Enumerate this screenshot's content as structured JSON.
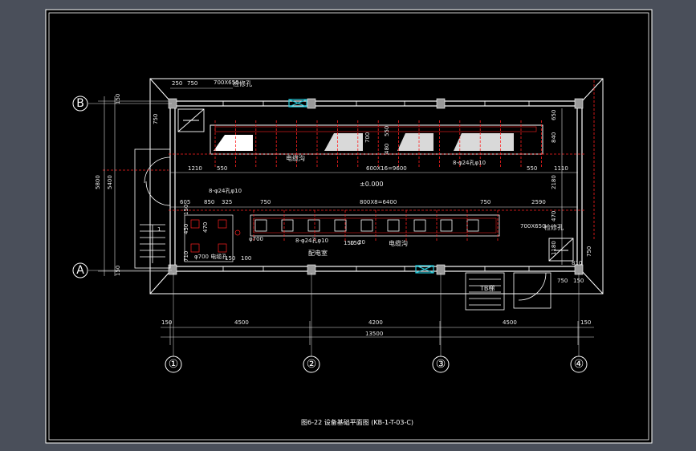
{
  "colors": {
    "background": "#4a4f5a",
    "paper": "#000000",
    "wall": "#ffffff",
    "column": "#9a9a9a",
    "dimension": "#e0e0e0",
    "red_grid": "#ff2020",
    "cyan": "#27c8d8",
    "trench_fill": "#ffffff"
  },
  "icons": [
    "stair-icon",
    "door-swing-icon",
    "window-icon",
    "column-icon",
    "opening-box-icon"
  ],
  "axes": {
    "rows": [
      "B",
      "A"
    ],
    "columns": [
      "①",
      "②",
      "③",
      "④"
    ]
  },
  "caption": "图6-22  设备基础平面图 (KB-1-T-03-C)",
  "dimensions": {
    "bottom_spans": [
      "150",
      "4500",
      "4200",
      "4500",
      "150"
    ],
    "bottom_total": "13500",
    "left_outer": "5800",
    "left_inner": "5400",
    "left_top_small": "150",
    "left_bottom_small": "150",
    "top_left": [
      "250",
      "750"
    ],
    "top_note": "检修孔",
    "top_opening": "700X650",
    "upper_left_run": [
      "1210",
      "550"
    ],
    "upper_trench_run": "600X16=9600",
    "upper_right_run": [
      "550",
      "1110"
    ],
    "right_upper_vertical": [
      "650",
      "840"
    ],
    "right_lower_vertical": [
      "2180",
      "470",
      "1180"
    ],
    "trench_vertical": [
      "700",
      "550",
      "480"
    ],
    "trench_note_right": "8-φ24孔φ10",
    "elevation": "±0.000",
    "lower_left_run": [
      "605",
      "850",
      "325",
      "750"
    ],
    "lower_trench_run": "800X8=6400",
    "lower_right_run": [
      "750",
      "2590"
    ],
    "lower_small_vertical": [
      "150",
      "450",
      "470",
      "710"
    ],
    "lower_small_horizontal": [
      "150",
      "100"
    ],
    "lower_note_a": "8-φ24孔φ10",
    "lower_note_b": "φ700  电缆孔",
    "lower_note_c": "φ700",
    "lower_note_d": "8-φ24孔φ10",
    "lower_note_e": "20",
    "lower_detail": [
      "150",
      "150"
    ],
    "right_opening": "700X650",
    "right_opening_note": "检修孔",
    "right_small": [
      "750",
      "810"
    ],
    "lower_right_small": [
      "750",
      "150"
    ],
    "trench_label_upper": "电缆沟",
    "trench_label_lower": "电缆沟",
    "room_label": "配电室",
    "stair_label": "TB梯",
    "cutting_label": "1"
  }
}
